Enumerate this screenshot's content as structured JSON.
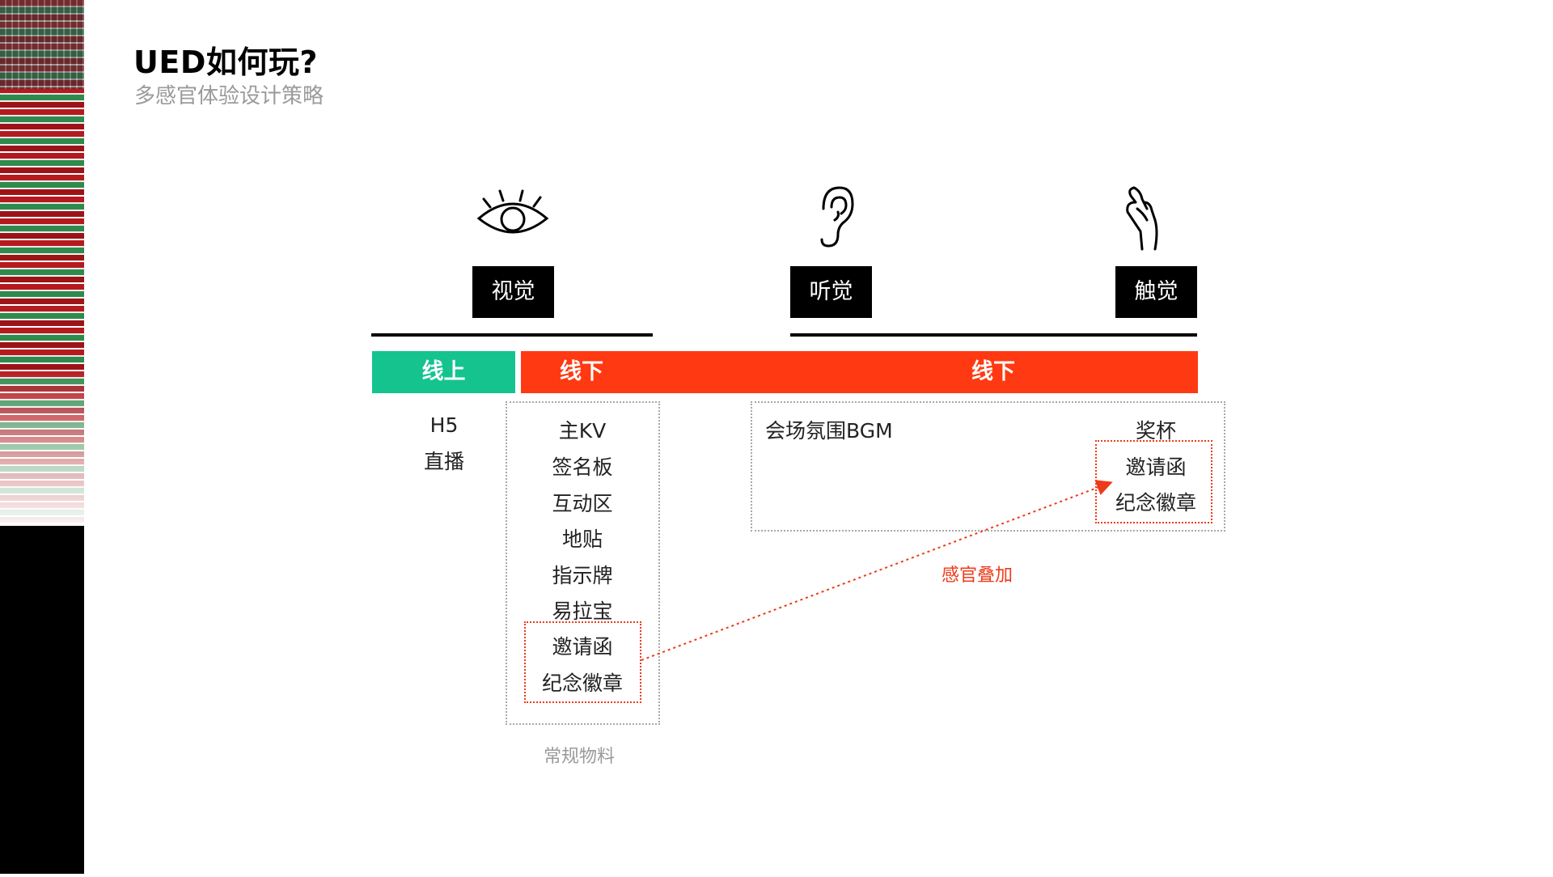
{
  "header": {
    "title": "UED如何玩?",
    "subtitle": "多感官体验设计策略"
  },
  "senses": {
    "vision": {
      "label": "视觉",
      "icon": "eye-icon"
    },
    "hearing": {
      "label": "听觉",
      "icon": "ear-icon"
    },
    "touch": {
      "label": "触觉",
      "icon": "hand-icon"
    }
  },
  "channels": {
    "online": "线上",
    "offline_1": "线下",
    "offline_2": "线下"
  },
  "online_items": [
    "H5",
    "直播"
  ],
  "offline_vision_items": [
    "主KV",
    "签名板",
    "互动区",
    "地贴",
    "指示牌",
    "易拉宝",
    "邀请函",
    "纪念徽章"
  ],
  "hearing_items": [
    "会场氛围BGM"
  ],
  "touch_items": [
    "奖杯",
    "邀请函",
    "纪念徽章"
  ],
  "captions": {
    "regular_materials": "常规物料",
    "sense_overlay": "感官叠加"
  },
  "colors": {
    "online": "#14c38e",
    "offline": "#ff3a12",
    "highlight": "#ee3a1a",
    "muted": "#9a9a9a"
  }
}
